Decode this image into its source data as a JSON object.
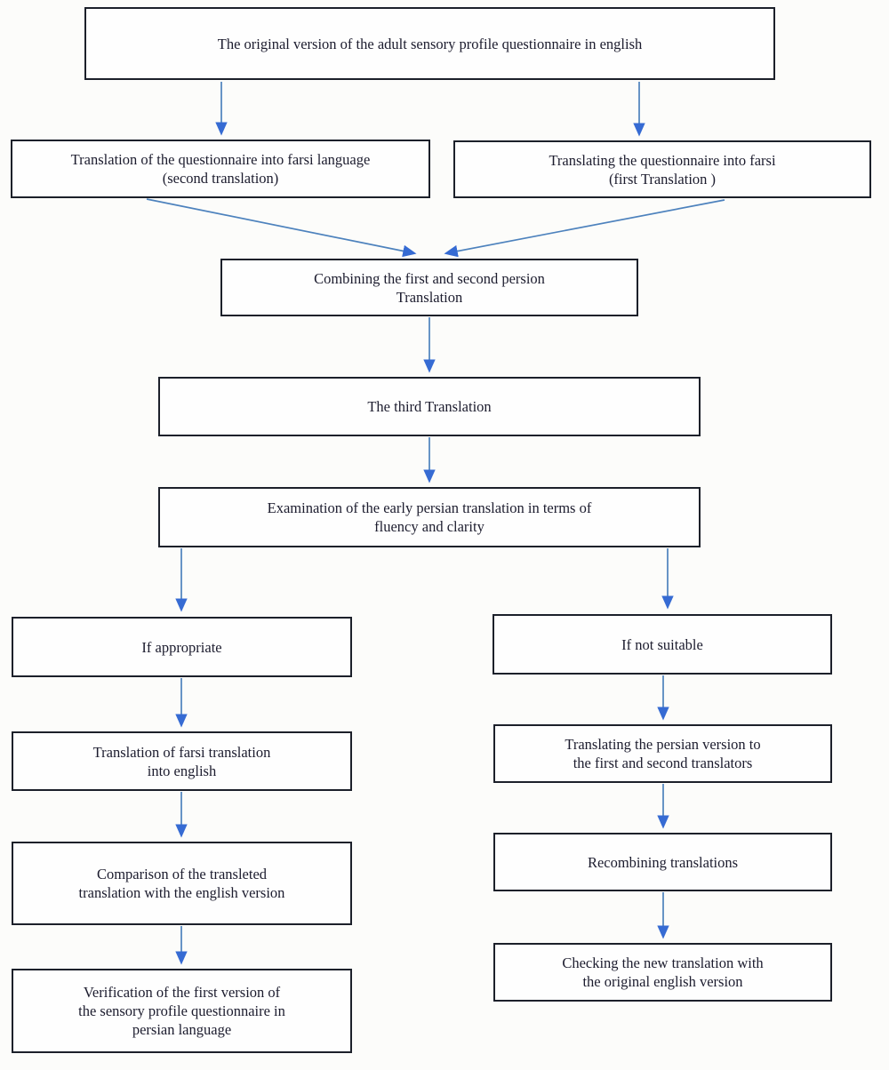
{
  "diagram": {
    "nodes": {
      "original": "The original version of the adult sensory profile questionnaire in english",
      "second_translation": "Translation of the questionnaire into farsi language\n(second translation)",
      "first_translation": "Translating the questionnaire into farsi\n(first Translation )",
      "combining": "Combining the first and second persion\nTranslation",
      "third_translation": "The third Translation",
      "examination": "Examination of the early persian translation in terms of\nfluency and clarity",
      "if_appropriate": "If appropriate",
      "if_not_suitable": "If not suitable",
      "farsi_to_english": "Translation of farsi translation\ninto english",
      "persian_to_translators": "Translating the persian version to\nthe first and second translators",
      "comparison": "Comparison of the transleted\ntranslation with the english version",
      "recombining": "Recombining translations",
      "verification": "Verification of the first version of\nthe sensory profile questionnaire in\npersian language",
      "checking": "Checking the new translation with\nthe original english version"
    },
    "edges": [
      {
        "from": "original",
        "to": "second_translation"
      },
      {
        "from": "original",
        "to": "first_translation"
      },
      {
        "from": "second_translation",
        "to": "combining"
      },
      {
        "from": "first_translation",
        "to": "combining"
      },
      {
        "from": "combining",
        "to": "third_translation"
      },
      {
        "from": "third_translation",
        "to": "examination"
      },
      {
        "from": "examination",
        "to": "if_appropriate"
      },
      {
        "from": "examination",
        "to": "if_not_suitable"
      },
      {
        "from": "if_appropriate",
        "to": "farsi_to_english"
      },
      {
        "from": "if_not_suitable",
        "to": "persian_to_translators"
      },
      {
        "from": "farsi_to_english",
        "to": "comparison"
      },
      {
        "from": "persian_to_translators",
        "to": "recombining"
      },
      {
        "from": "comparison",
        "to": "verification"
      },
      {
        "from": "recombining",
        "to": "checking"
      }
    ],
    "colors": {
      "box_border": "#1c202a",
      "box_fill": "#fefefe",
      "arrow_line": "#4d82bd",
      "arrow_head": "#366bd3",
      "canvas_bg": "#fcfcfa"
    }
  }
}
